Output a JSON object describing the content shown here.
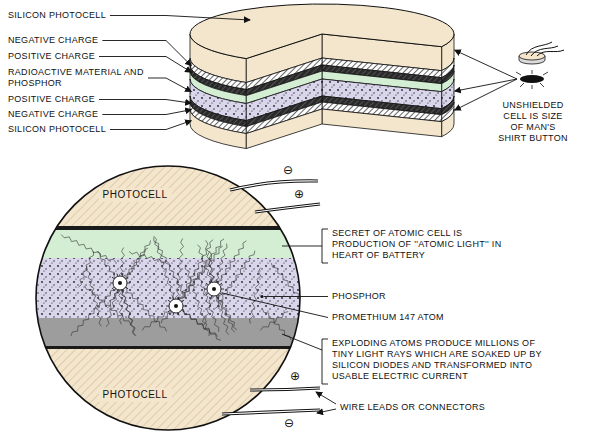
{
  "diagram": {
    "nodes": [
      {
        "text": [
          "PHOTOCELL"
        ]
      },
      {
        "text": [
          "PHOTOCELL"
        ]
      }
    ],
    "labels": [
      "SILICON PHOTOCELL",
      "NEGATIVE CHARGE",
      "POSITIVE CHARGE",
      "RADIOACTIVE MATERIAL AND PHOSPHOR",
      "POSITIVE CHARGE",
      "NEGATIVE CHARGE",
      "SILICON PHOTOCELL",
      "UNSHIELDED CELL IS SIZE OF MAN'S SHIRT BUTTON",
      "⊖",
      "⊕",
      "SECRET OF ATOMIC CELL IS PRODUCTION OF ''ATOMIC LIGHT'' IN HEART OF BATTERY",
      "PHOSPHOR",
      "PROMETHIUM 147 ATOM",
      "EXPLODING ATOMS PRODUCE MILLIONS OF TINY LIGHT RAYS WHICH ARE SOAKED UP BY SILICON DIODES AND TRANSFORMED INTO USABLE ELECTRIC CURRENT",
      "⊕",
      "⊖",
      "WIRE LEADS OR CONNECTORS"
    ]
  }
}
